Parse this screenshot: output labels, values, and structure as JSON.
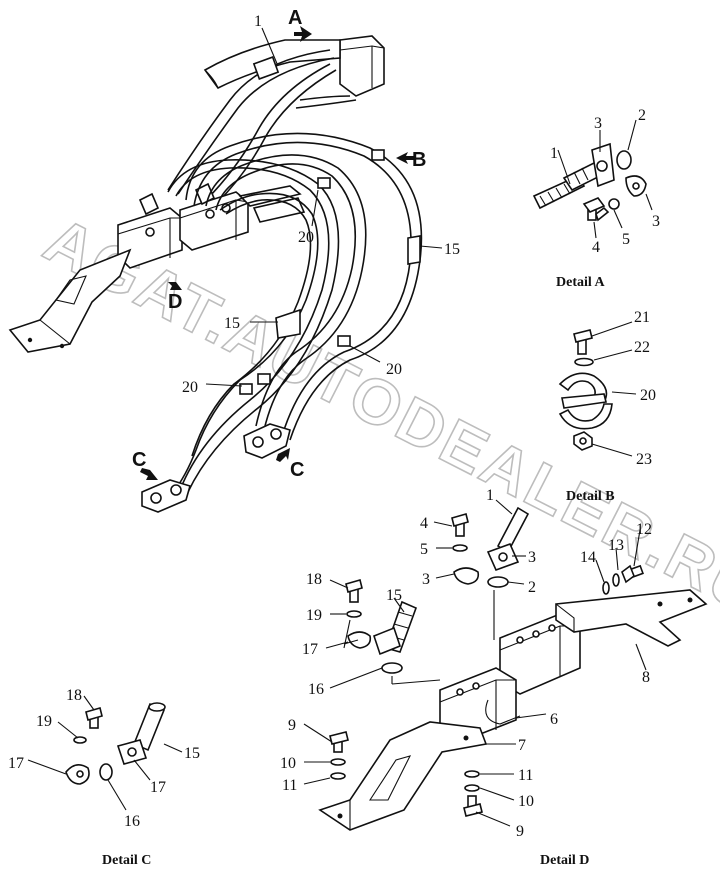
{
  "watermark": "AGAT.AUTODEALER.RU",
  "view_markers": {
    "a": "A",
    "b": "B",
    "c_left": "C",
    "c_right": "C",
    "d": "D"
  },
  "main_callouts": {
    "n1": "1",
    "n15a": "15",
    "n15b": "15",
    "n20a": "20",
    "n20b": "20",
    "n20c": "20"
  },
  "detail_a": {
    "caption": "Detail A",
    "callouts": {
      "n1": "1",
      "n2": "2",
      "n3a": "3",
      "n3b": "3",
      "n4": "4",
      "n5": "5"
    }
  },
  "detail_b": {
    "caption": "Detail B",
    "callouts": {
      "n20": "20",
      "n21": "21",
      "n22": "22",
      "n23": "23"
    }
  },
  "detail_c": {
    "caption": "Detail C",
    "callouts": {
      "n15": "15",
      "n16": "16",
      "n17a": "17",
      "n17b": "17",
      "n18": "18",
      "n19": "19"
    }
  },
  "detail_d": {
    "caption": "Detail D",
    "callouts": {
      "n1": "1",
      "n2": "2",
      "n3a": "3",
      "n3b": "3",
      "n4": "4",
      "n5": "5",
      "n6": "6",
      "n7": "7",
      "n8": "8",
      "n9a": "9",
      "n9b": "9",
      "n10a": "10",
      "n10b": "10",
      "n11a": "11",
      "n11b": "11",
      "n12": "12",
      "n13": "13",
      "n14": "14",
      "n15": "15",
      "n16": "16",
      "n17": "17",
      "n18": "18",
      "n19": "19"
    }
  }
}
